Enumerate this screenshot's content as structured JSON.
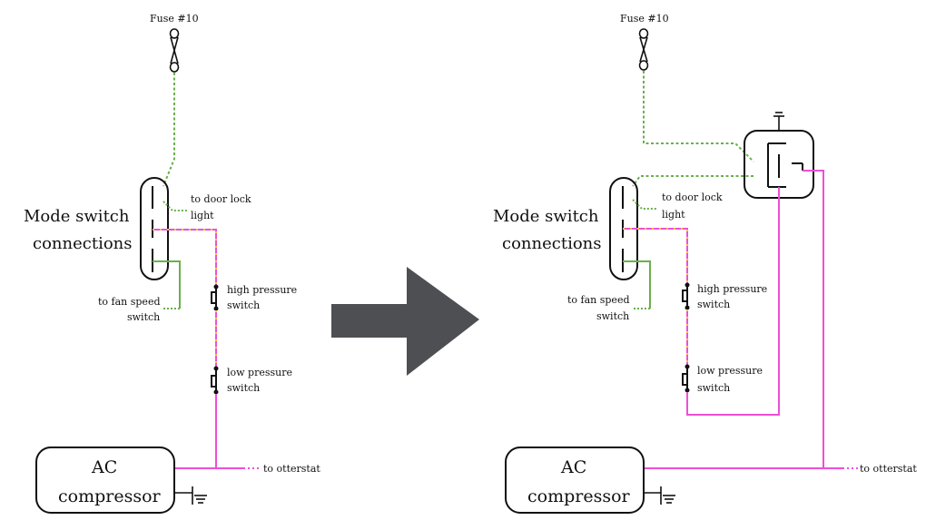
{
  "colors": {
    "green_wire": "#6ab04c",
    "pink_wire": "#ee4fd6",
    "outline": "#111111",
    "arrow": "#4d4f52"
  },
  "left": {
    "fuse_label": "Fuse #10",
    "mode_switch_line1": "Mode switch",
    "mode_switch_line2": "connections",
    "door_lock_line1": "to door lock",
    "door_lock_line2": "light",
    "fan_speed_line1": "to fan speed",
    "fan_speed_line2": "switch",
    "high_pressure_line1": "high pressure",
    "high_pressure_line2": "switch",
    "low_pressure_line1": "low pressure",
    "low_pressure_line2": "switch",
    "ac_line1": "AC",
    "ac_line2": "compressor",
    "otterstat": "to otterstat"
  },
  "right": {
    "fuse_label": "Fuse #10",
    "mode_switch_line1": "Mode switch",
    "mode_switch_line2": "connections",
    "door_lock_line1": "to door lock",
    "door_lock_line2": "light",
    "fan_speed_line1": "to fan speed",
    "fan_speed_line2": "switch",
    "high_pressure_line1": "high pressure",
    "high_pressure_line2": "switch",
    "low_pressure_line1": "low pressure",
    "low_pressure_line2": "switch",
    "ac_line1": "AC",
    "ac_line2": "compressor",
    "otterstat": "to otterstat"
  },
  "center_arrow_icon": "right-arrow-icon",
  "relay_icon": "relay-icon",
  "ground_icon": "ground-icon",
  "fuse_icon": "fuse-icon"
}
